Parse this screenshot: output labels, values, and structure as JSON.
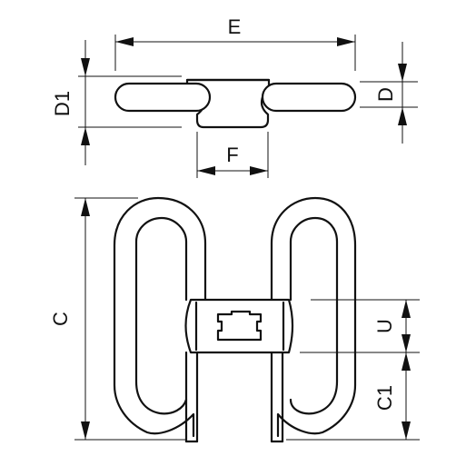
{
  "diagram": {
    "colors": {
      "line": "#111111",
      "background": "#ffffff"
    },
    "dimensions": {
      "E": "E",
      "D1": "D1",
      "D": "D",
      "F": "F",
      "C": "C",
      "U": "U",
      "C1": "C1"
    }
  }
}
